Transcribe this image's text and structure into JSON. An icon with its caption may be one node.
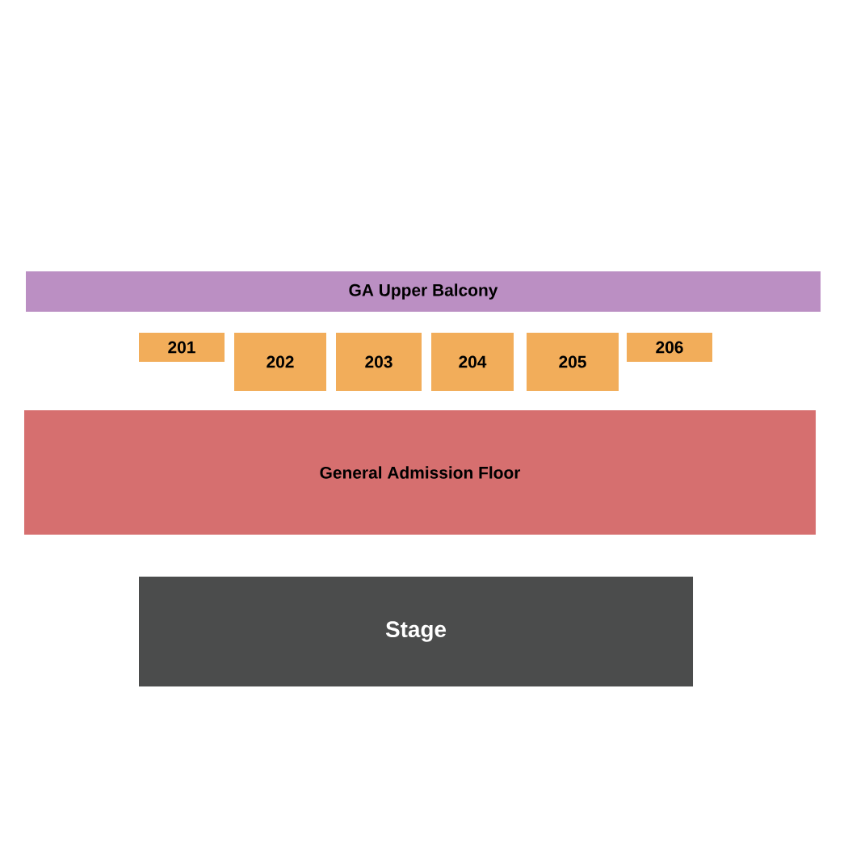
{
  "diagram": {
    "nodes": [
      {
        "text": [
          "GA Upper Balcony"
        ]
      },
      {
        "text": [
          "201"
        ]
      },
      {
        "text": [
          "202"
        ]
      },
      {
        "text": [
          "203"
        ]
      },
      {
        "text": [
          "204"
        ]
      },
      {
        "text": [
          "205"
        ]
      },
      {
        "text": [
          "206"
        ]
      },
      {
        "text": [
          "General Admission Floor"
        ]
      },
      {
        "text": [
          "Stage"
        ]
      }
    ]
  }
}
